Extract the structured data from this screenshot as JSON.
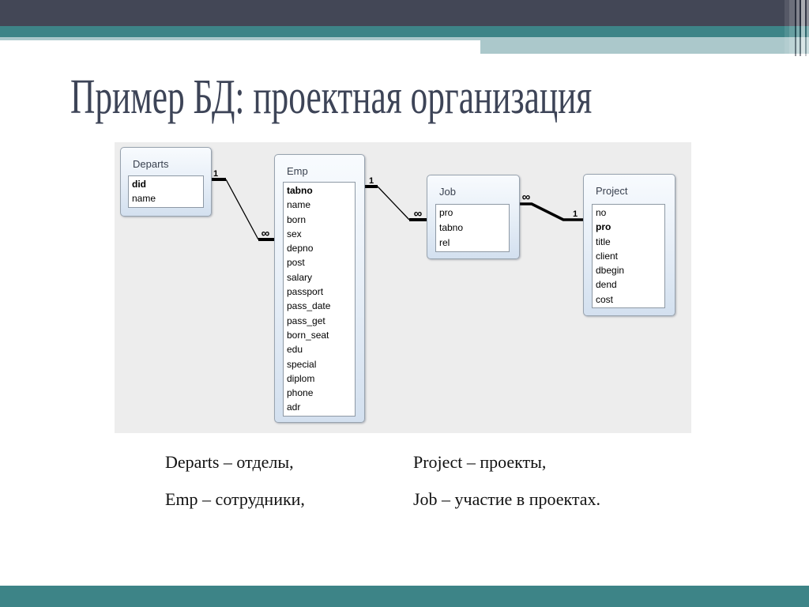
{
  "slide": {
    "title": "Пример БД: проектная организация"
  },
  "theme": {
    "header_dark": "#434756",
    "teal_accent": "#3d8487",
    "light_teal": "#abc8cb",
    "panel_bg": "#ededed",
    "title_color": "#3d4457"
  },
  "diagram": {
    "tables": [
      {
        "name": "Departs",
        "fields": [
          {
            "label": "did",
            "key": true
          },
          {
            "label": "name",
            "key": false
          }
        ]
      },
      {
        "name": "Emp",
        "fields": [
          {
            "label": "tabno",
            "key": true
          },
          {
            "label": "name",
            "key": false
          },
          {
            "label": "born",
            "key": false
          },
          {
            "label": "sex",
            "key": false
          },
          {
            "label": "depno",
            "key": false
          },
          {
            "label": "post",
            "key": false
          },
          {
            "label": "salary",
            "key": false
          },
          {
            "label": "passport",
            "key": false
          },
          {
            "label": "pass_date",
            "key": false
          },
          {
            "label": "pass_get",
            "key": false
          },
          {
            "label": "born_seat",
            "key": false
          },
          {
            "label": "edu",
            "key": false
          },
          {
            "label": "special",
            "key": false
          },
          {
            "label": "diplom",
            "key": false
          },
          {
            "label": "phone",
            "key": false
          },
          {
            "label": "adr",
            "key": false
          }
        ]
      },
      {
        "name": "Job",
        "fields": [
          {
            "label": "pro",
            "key": false
          },
          {
            "label": "tabno",
            "key": false
          },
          {
            "label": "rel",
            "key": false
          }
        ]
      },
      {
        "name": "Project",
        "fields": [
          {
            "label": "no",
            "key": false
          },
          {
            "label": "pro",
            "key": true
          },
          {
            "label": "title",
            "key": false
          },
          {
            "label": "client",
            "key": false
          },
          {
            "label": "dbegin",
            "key": false
          },
          {
            "label": "dend",
            "key": false
          },
          {
            "label": "cost",
            "key": false
          }
        ]
      }
    ],
    "relationships": [
      {
        "from": "Departs",
        "from_card": "1",
        "to": "Emp",
        "to_card": "∞"
      },
      {
        "from": "Emp",
        "from_card": "1",
        "to": "Job",
        "to_card": "∞"
      },
      {
        "from": "Job",
        "from_card": "∞",
        "to": "Project",
        "to_card": "1"
      }
    ]
  },
  "notes": [
    "Departs – отделы,",
    "Project – проекты,",
    "Emp – сотрудники,",
    "Job – участие в проектах."
  ]
}
